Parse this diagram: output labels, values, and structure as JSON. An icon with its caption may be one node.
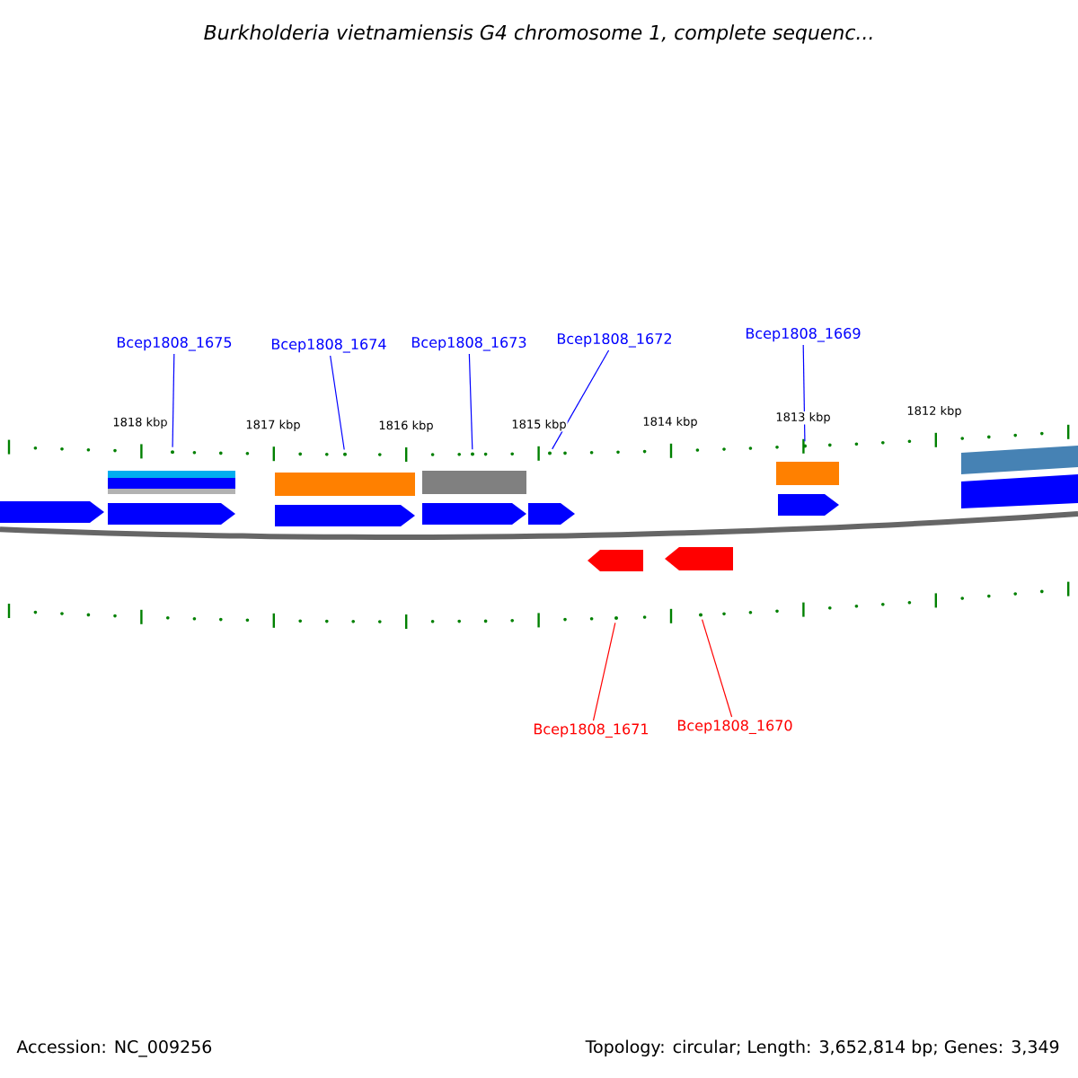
{
  "diagram": {
    "title": "Burkholderia vietnamiensis G4 chromosome 1, complete sequenc...",
    "nodes": [
      {
        "text": [
          "Bcep1808_1675"
        ]
      },
      {
        "text": [
          "Bcep1808_1674"
        ]
      },
      {
        "text": [
          "Bcep1808_1673"
        ]
      },
      {
        "text": [
          "Bcep1808_1672"
        ]
      },
      {
        "text": [
          "Bcep1808_1669"
        ]
      },
      {
        "text": [
          "Bcep1808_1671"
        ]
      },
      {
        "text": [
          "Bcep1808_1670"
        ]
      },
      {
        "text": [],
        "shape": "dot"
      },
      {
        "text": [],
        "shape": "dot"
      },
      {
        "text": [],
        "shape": "dot"
      },
      {
        "text": [],
        "shape": "dot"
      },
      {
        "text": [],
        "shape": "dot"
      },
      {
        "text": [],
        "shape": "dot"
      },
      {
        "text": [],
        "shape": "dot"
      }
    ],
    "edges": [
      {
        "from": 0,
        "to": 7,
        "arrow": "none"
      },
      {
        "from": 1,
        "to": 8,
        "arrow": "none"
      },
      {
        "from": 2,
        "to": 9,
        "arrow": "none"
      },
      {
        "from": 3,
        "to": 10,
        "arrow": "none"
      },
      {
        "from": 4,
        "to": 11,
        "arrow": "none"
      },
      {
        "from": 5,
        "to": 12,
        "arrow": "none",
        "color": "#ff0000"
      },
      {
        "from": 6,
        "to": 13,
        "arrow": "none",
        "color": "#ff0000"
      }
    ],
    "labels": [
      "1818 kbp",
      "1817 kbp",
      "1816 kbp",
      "1815 kbp",
      "1814 kbp",
      "1813 kbp",
      "1812 kbp",
      "Accession: NC_009256",
      "Topology: circular; Length: 3,652,814 bp; Genes: 3,349"
    ]
  }
}
